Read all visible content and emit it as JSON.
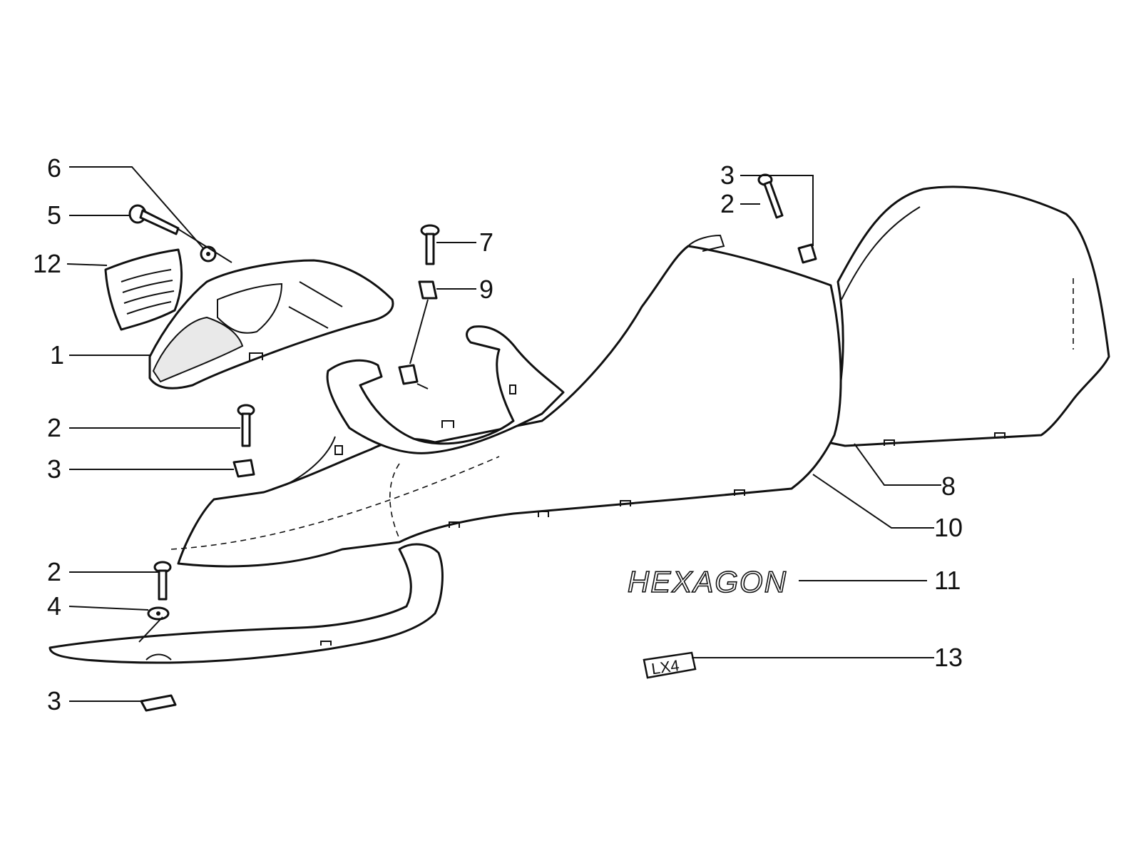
{
  "diagram": {
    "callouts": [
      {
        "id": "6",
        "label": "6"
      },
      {
        "id": "5",
        "label": "5"
      },
      {
        "id": "12",
        "label": "12"
      },
      {
        "id": "1",
        "label": "1"
      },
      {
        "id": "2a",
        "label": "2"
      },
      {
        "id": "3a",
        "label": "3"
      },
      {
        "id": "2b",
        "label": "2"
      },
      {
        "id": "4",
        "label": "4"
      },
      {
        "id": "3b",
        "label": "3"
      },
      {
        "id": "7",
        "label": "7"
      },
      {
        "id": "9",
        "label": "9"
      },
      {
        "id": "3c",
        "label": "3"
      },
      {
        "id": "2c",
        "label": "2"
      },
      {
        "id": "8",
        "label": "8"
      },
      {
        "id": "10",
        "label": "10"
      },
      {
        "id": "11",
        "label": "11"
      },
      {
        "id": "13",
        "label": "13"
      }
    ],
    "logo_text": "HEXAGON",
    "badge_text": "LX4"
  }
}
